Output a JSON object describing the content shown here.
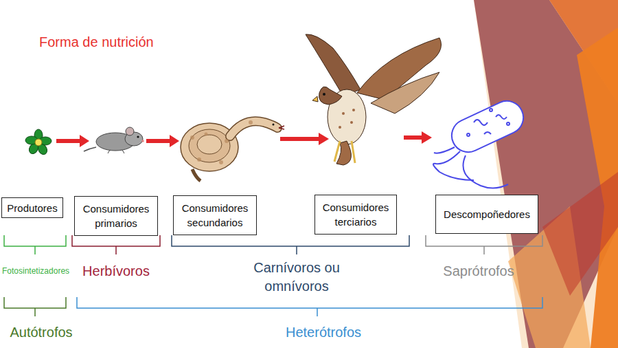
{
  "diagram": {
    "title": "Forma de nutrición",
    "nodes": [
      {
        "text": [
          "Produtores"
        ]
      },
      {
        "text": [
          "Consumidores primarios"
        ]
      },
      {
        "text": [
          "Consumidores secundarios"
        ]
      },
      {
        "text": [
          "Consumidores terciarios"
        ]
      },
      {
        "text": [
          "Descompoñedores"
        ]
      }
    ],
    "labels": [
      "Fotosintetizadores",
      "Herbívoros",
      "Carnívoros ou omnívoros",
      "Saprótrofos",
      "Autótrofos",
      "Heterótrofos"
    ]
  }
}
